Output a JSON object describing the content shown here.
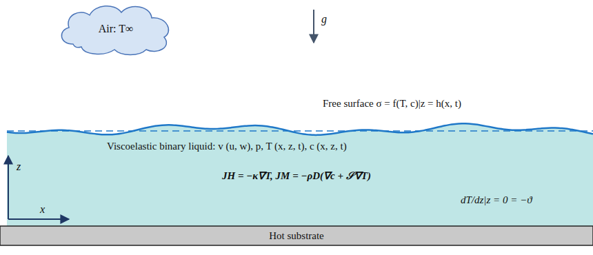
{
  "diagram": {
    "nodes": [
      {
        "text": [
          "Air: T∞"
        ]
      },
      {
        "text": [
          "Viscoelastic binary liquid: v (u, w), p, T (x, z, t), c (x, z, t)",
          "JH = −κ∇T, JM = −ρD(∇c + 𝒮∇T)",
          "dT/dz|z = 0 = −ϑ"
        ]
      },
      {
        "text": [
          "Hot substrate"
        ]
      }
    ],
    "labels": [
      "g",
      "Free surface σ = f(T, c)|z = h(x, t)",
      "z",
      "x"
    ]
  }
}
